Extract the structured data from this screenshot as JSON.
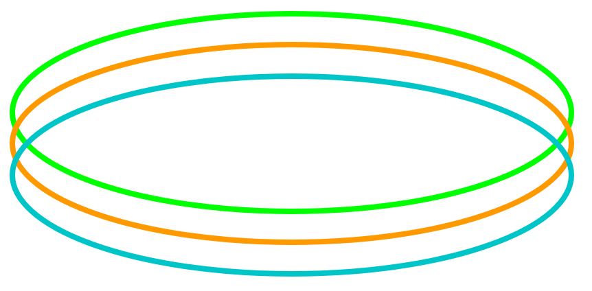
{
  "rings": [
    {
      "name": "green-ring",
      "color": "#00ff00"
    },
    {
      "name": "orange-ring",
      "color": "#ff9900"
    },
    {
      "name": "cyan-ring",
      "color": "#00c5c8"
    }
  ]
}
